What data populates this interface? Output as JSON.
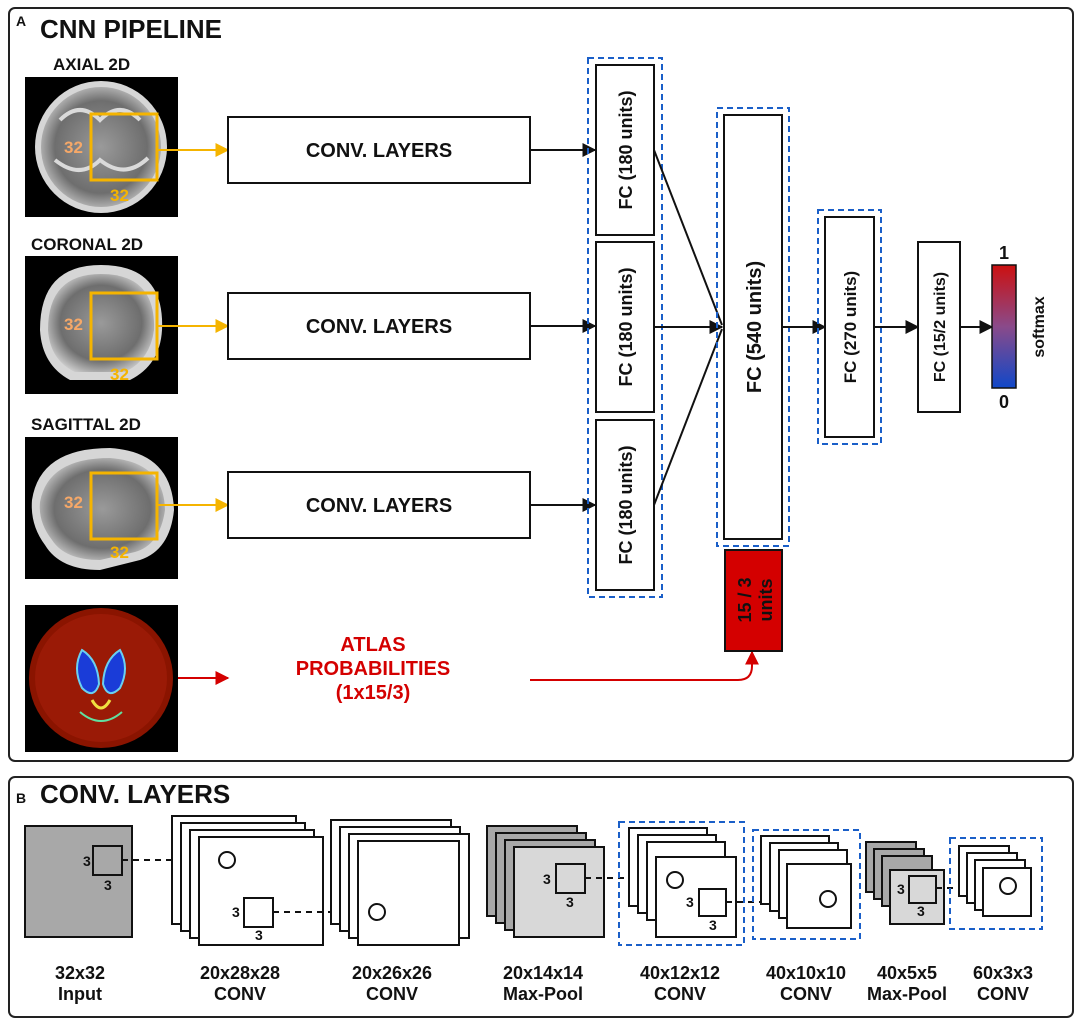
{
  "panel_a": {
    "letter": "A",
    "title": "CNN PIPELINE",
    "views": [
      {
        "label": "AXIAL 2D",
        "size_left": "32",
        "size_bottom": "32",
        "block": "CONV. LAYERS",
        "fc": "FC (180 units)"
      },
      {
        "label": "CORONAL 2D",
        "size_left": "32",
        "size_bottom": "32",
        "block": "CONV. LAYERS",
        "fc": "FC (180 units)"
      },
      {
        "label": "SAGITTAL 2D",
        "size_left": "32",
        "size_bottom": "32",
        "block": "CONV. LAYERS",
        "fc": "FC (180 units)"
      }
    ],
    "atlas": {
      "line1": "ATLAS",
      "line2": "PROBABILITIES",
      "line3": "(1x15/3)"
    },
    "atlas_units": {
      "line1": "15 / 3",
      "line2": "units"
    },
    "fc_540": "FC (540 units)",
    "fc_270": "FC (270 units)",
    "fc_out": "FC (15/2 units)",
    "softmax": {
      "label": "softmax",
      "max": "1",
      "min": "0"
    }
  },
  "panel_b": {
    "letter": "B",
    "title": "CONV. LAYERS",
    "kernel_size": "3",
    "layers": [
      {
        "dims": "32x32",
        "type": "Input"
      },
      {
        "dims": "20x28x28",
        "type": "CONV"
      },
      {
        "dims": "20x26x26",
        "type": "CONV"
      },
      {
        "dims": "20x14x14",
        "type": "Max-Pool"
      },
      {
        "dims": "40x12x12",
        "type": "CONV"
      },
      {
        "dims": "40x10x10",
        "type": "CONV"
      },
      {
        "dims": "40x5x5",
        "type": "Max-Pool"
      },
      {
        "dims": "60x3x3",
        "type": "CONV"
      }
    ]
  },
  "colors": {
    "accent_yellow": "#f5b400",
    "atlas_red": "#d40000",
    "dashed_blue": "#1a5fc8",
    "softmax_top": "#cc1010",
    "softmax_bottom": "#1048c8",
    "gray_fill": "#a8a8a8",
    "light_gray_fill": "#d8d8d8"
  }
}
